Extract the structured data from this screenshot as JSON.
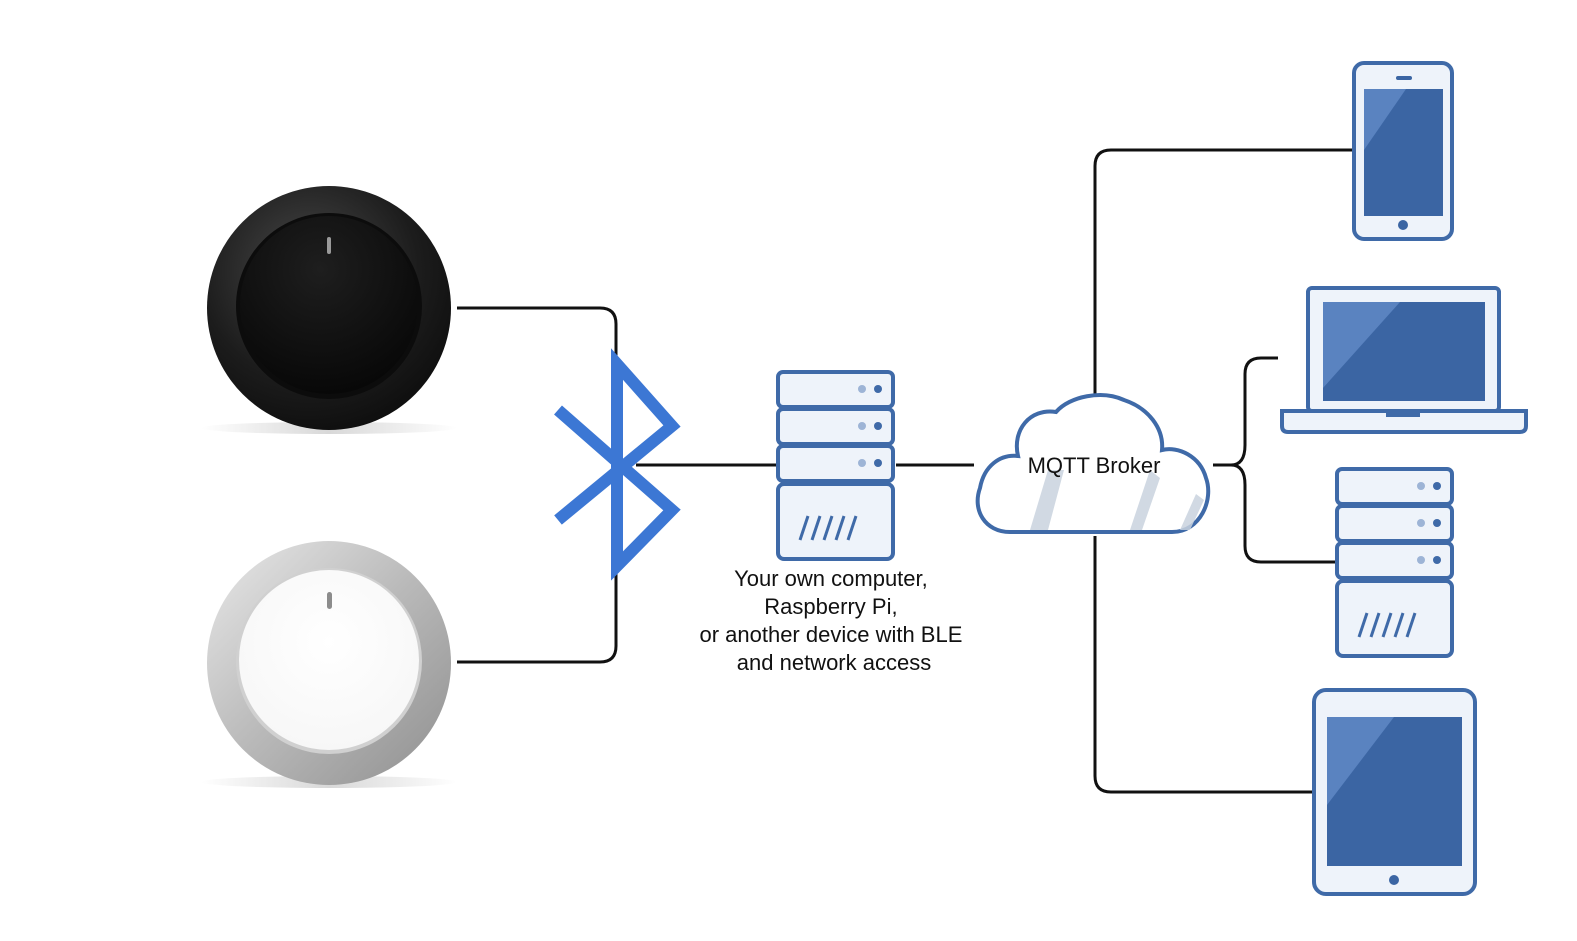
{
  "diagram": {
    "computer_label": [
      "Your own computer,",
      "Raspberry Pi,",
      "or another device with BLE",
      "and network access"
    ],
    "broker_label": "MQTT Broker"
  },
  "colors": {
    "device_blue": "#3b65a3",
    "device_outline": "#3f6aa8",
    "device_fill": "#eef3fa",
    "screen_highlight": "#5a83c0",
    "bluetooth": "#3c77d4",
    "cloud_outline": "#3f6aa8",
    "cloud_streak": "#c9d3df",
    "line": "#111111",
    "knob_black": "#131313",
    "knob_silver": "#c9c9c9"
  },
  "icons": {
    "knob_black": "black-rotary-knob-icon",
    "knob_silver": "silver-rotary-knob-icon",
    "bluetooth": "bluetooth-icon",
    "computer": "server-icon",
    "cloud": "cloud-icon",
    "phone": "smartphone-icon",
    "laptop": "laptop-icon",
    "server": "server-icon",
    "tablet": "tablet-icon"
  }
}
